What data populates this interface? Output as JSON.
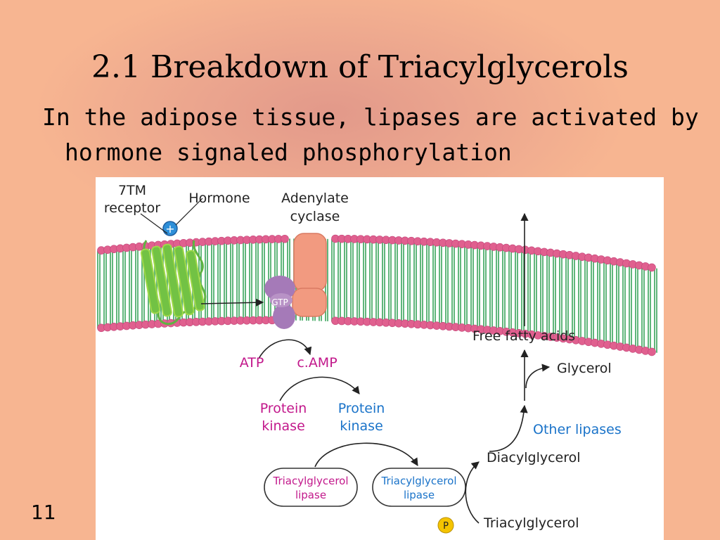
{
  "slide": {
    "title": "2.1 Breakdown of Triacylglycerols",
    "body_line1": "In the adipose tissue, lipases are activated by",
    "body_line2": "hormone signaled phosphorylation",
    "number": "11"
  },
  "figure": {
    "receptor_l1": "7TM",
    "receptor_l2": "receptor",
    "hormone": "Hormone",
    "cyclase_l1": "Adenylate",
    "cyclase_l2": "cyclase",
    "gtp": "GTP",
    "plus": "+",
    "atp": "ATP",
    "camp": "c.AMP",
    "pk_inactive_l1": "Protein",
    "pk_inactive_l2": "kinase",
    "pk_active_l1": "Protein",
    "pk_active_l2": "kinase",
    "tag_inactive_l1": "Triacylglycerol",
    "tag_inactive_l2": "lipase",
    "tag_active_l1": "Triacylglycerol",
    "tag_active_l2": "lipase",
    "phospho": "P",
    "ffa": "Free fatty acids",
    "glycerol": "Glycerol",
    "other_lipases": "Other lipases",
    "dag": "Diacylglycerol",
    "tag": "Triacylglycerol",
    "colors": {
      "magenta": "#c2188b",
      "blue": "#1a73c9",
      "lipid_head": "#e0608f",
      "lipid_tail": "#4fae6c",
      "receptor": "#5fb342",
      "cyclase": "#f29a80",
      "g_protein": "#a57ab8"
    }
  }
}
